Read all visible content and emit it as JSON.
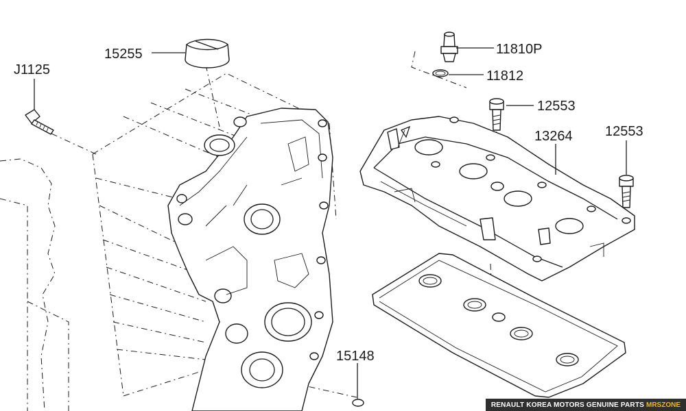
{
  "labels": {
    "j1125": "J1125",
    "p15255": "15255",
    "p11810p": "11810P",
    "p11812": "11812",
    "p12553a": "12553",
    "p13264": "13264",
    "p12553b": "12553",
    "p15148": "15148"
  },
  "footer": {
    "text": "RENAULT KOREA MOTORS GENUINE PARTS",
    "brand": "MRSZONE",
    "brand_color": "#f5b800"
  }
}
